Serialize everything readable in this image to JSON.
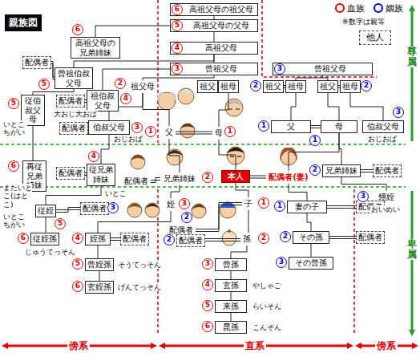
{
  "diagram": {
    "title": "親族図",
    "nodes": [
      {
        "text": [
          "高祖父母の祖父母"
        ]
      },
      {
        "text": [
          "高祖父母の父母"
        ]
      },
      {
        "text": [
          "高祖父母"
        ]
      },
      {
        "text": [
          "曾祖父母"
        ]
      },
      {
        "text": [
          "曾祖父母"
        ]
      },
      {
        "text": [
          "高祖父母の兄弟姉妹"
        ]
      },
      {
        "text": [
          "配偶者"
        ]
      },
      {
        "text": [
          "曾祖伯叔父母"
        ]
      },
      {
        "text": [
          "配偶者"
        ]
      },
      {
        "text": [
          "祖伯叔父母"
        ]
      },
      {
        "text": [
          "従伯叔父母"
        ]
      },
      {
        "text": [
          "伯叔父母"
        ]
      },
      {
        "text": [
          "配偶者"
        ]
      },
      {
        "text": [
          "祖父母"
        ]
      },
      {
        "text": [
          "父"
        ]
      },
      {
        "text": [
          "母"
        ]
      },
      {
        "text": [
          "祖父"
        ]
      },
      {
        "text": [
          "祖母"
        ]
      },
      {
        "text": [
          "祖父"
        ]
      },
      {
        "text": [
          "祖母"
        ]
      },
      {
        "text": [
          "祖父"
        ]
      },
      {
        "text": [
          "祖母"
        ]
      },
      {
        "text": [
          "父"
        ]
      },
      {
        "text": [
          "母"
        ]
      },
      {
        "text": [
          "伯叔父母"
        ]
      },
      {
        "text": [
          "再従兄弟姉妹"
        ]
      },
      {
        "text": [
          "配偶者"
        ]
      },
      {
        "text": [
          "従兄弟姉妹"
        ]
      },
      {
        "text": [
          "配偶者"
        ]
      },
      {
        "text": [
          "兄弟姉妹"
        ]
      },
      {
        "text": [
          "本人"
        ]
      },
      {
        "text": [
          "配偶者(妻)"
        ]
      },
      {
        "text": [
          "兄弟姉妹"
        ]
      },
      {
        "text": [
          "配偶者"
        ]
      },
      {
        "text": [
          "従姪"
        ]
      },
      {
        "text": [
          "配偶者"
        ]
      },
      {
        "text": [
          "姪"
        ]
      },
      {
        "text": [
          "従姪孫"
        ]
      },
      {
        "text": [
          "姪孫"
        ]
      },
      {
        "text": [
          "配偶者"
        ]
      },
      {
        "text": [
          "曾姪孫"
        ]
      },
      {
        "text": [
          "玄姪孫"
        ]
      },
      {
        "text": [
          "子"
        ]
      },
      {
        "text": [
          "配偶者"
        ]
      },
      {
        "text": [
          "孫"
        ]
      },
      {
        "text": [
          "配偶者"
        ]
      },
      {
        "text": [
          "曾孫"
        ]
      },
      {
        "text": [
          "玄孫"
        ]
      },
      {
        "text": [
          "来孫"
        ]
      },
      {
        "text": [
          "昆孫"
        ]
      },
      {
        "text": [
          "妻の子"
        ]
      },
      {
        "text": [
          "配偶者"
        ]
      },
      {
        "text": [
          "その孫"
        ]
      },
      {
        "text": [
          "配偶者"
        ]
      },
      {
        "text": [
          "その曾孫"
        ]
      },
      {
        "text": [
          "甥姪"
        ]
      }
    ],
    "edges": [
      {
        "from": 0,
        "to": 1,
        "arrow": "none"
      },
      {
        "from": 1,
        "to": 2,
        "arrow": "none"
      },
      {
        "from": 2,
        "to": 3,
        "arrow": "none"
      },
      {
        "from": 3,
        "to": 13,
        "arrow": "none"
      },
      {
        "from": 13,
        "to": 14,
        "arrow": "none"
      },
      {
        "from": 14,
        "to": 15,
        "arrow": "none"
      },
      {
        "from": 17,
        "to": 15,
        "arrow": "none"
      },
      {
        "from": 16,
        "to": 17,
        "arrow": "none"
      },
      {
        "from": 15,
        "to": 30,
        "arrow": "none"
      },
      {
        "from": 30,
        "to": 31,
        "arrow": "none"
      },
      {
        "from": 14,
        "to": 29,
        "arrow": "none"
      },
      {
        "from": 28,
        "to": 29,
        "arrow": "none"
      },
      {
        "from": 30,
        "to": 42,
        "arrow": "none"
      },
      {
        "from": 43,
        "to": 42,
        "arrow": "none"
      },
      {
        "from": 42,
        "to": 44,
        "arrow": "none"
      },
      {
        "from": 45,
        "to": 44,
        "arrow": "none"
      },
      {
        "from": 44,
        "to": 46,
        "arrow": "none"
      },
      {
        "from": 46,
        "to": 47,
        "arrow": "none"
      },
      {
        "from": 47,
        "to": 48,
        "arrow": "none"
      },
      {
        "from": 48,
        "to": 49,
        "arrow": "none"
      },
      {
        "from": 1,
        "to": 5,
        "arrow": "none"
      },
      {
        "from": 2,
        "to": 7,
        "arrow": "none"
      },
      {
        "from": 3,
        "to": 9,
        "arrow": "none"
      },
      {
        "from": 13,
        "to": 11,
        "arrow": "none"
      },
      {
        "from": 6,
        "to": 7,
        "arrow": "none"
      },
      {
        "from": 7,
        "to": 10,
        "arrow": "none"
      },
      {
        "from": 8,
        "to": 9,
        "arrow": "none"
      },
      {
        "from": 12,
        "to": 11,
        "arrow": "none"
      },
      {
        "from": 10,
        "to": 25,
        "arrow": "none"
      },
      {
        "from": 11,
        "to": 27,
        "arrow": "none"
      },
      {
        "from": 26,
        "to": 27,
        "arrow": "none"
      },
      {
        "from": 27,
        "to": 34,
        "arrow": "none"
      },
      {
        "from": 34,
        "to": 35,
        "arrow": "none"
      },
      {
        "from": 34,
        "to": 37,
        "arrow": "none"
      },
      {
        "from": 29,
        "to": 36,
        "arrow": "none"
      },
      {
        "from": 36,
        "to": 38,
        "arrow": "none"
      },
      {
        "from": 38,
        "to": 39,
        "arrow": "none"
      },
      {
        "from": 38,
        "to": 40,
        "arrow": "none"
      },
      {
        "from": 40,
        "to": 41,
        "arrow": "none"
      },
      {
        "from": 4,
        "to": 19,
        "arrow": "none"
      },
      {
        "from": 4,
        "to": 20,
        "arrow": "none"
      },
      {
        "from": 18,
        "to": 19,
        "arrow": "none"
      },
      {
        "from": 20,
        "to": 21,
        "arrow": "none"
      },
      {
        "from": 19,
        "to": 22,
        "arrow": "none"
      },
      {
        "from": 20,
        "to": 23,
        "arrow": "none"
      },
      {
        "from": 22,
        "to": 23,
        "arrow": "none"
      },
      {
        "from": 21,
        "to": 24,
        "arrow": "none"
      },
      {
        "from": 23,
        "to": 32,
        "arrow": "none"
      },
      {
        "from": 23,
        "to": 31,
        "arrow": "none"
      },
      {
        "from": 32,
        "to": 33,
        "arrow": "none"
      },
      {
        "from": 32,
        "to": 55,
        "arrow": "none"
      },
      {
        "from": 31,
        "to": 50,
        "arrow": "none"
      },
      {
        "from": 50,
        "to": 51,
        "arrow": "none"
      },
      {
        "from": 50,
        "to": 52,
        "arrow": "none"
      },
      {
        "from": 52,
        "to": 53,
        "arrow": "none"
      },
      {
        "from": 52,
        "to": 54,
        "arrow": "none"
      }
    ],
    "labels": [
      "※数字は親等",
      "尊属",
      "卑属",
      "傍系",
      "直系",
      "傍系",
      "大おじ大おば",
      "おじおば",
      "おじおば",
      "いとこちがい",
      "いとこちがい",
      "いとこ",
      "またいとこ(はとこ)",
      "じゅうてっそん",
      "そうてっそん",
      "げんてっそん",
      "やしゃご",
      "らいそん",
      "こんそん",
      "おいめい",
      "6",
      "5",
      "4",
      "3",
      "3",
      "6",
      "5",
      "4",
      "5",
      "3",
      "2",
      "1",
      "1",
      "2",
      "2",
      "1",
      "1",
      "3",
      "6",
      "4",
      "2",
      "2",
      "5",
      "3",
      "3",
      "6",
      "4",
      "5",
      "6",
      "1",
      "2",
      "2",
      "2",
      "3",
      "4",
      "5",
      "6",
      "1",
      "2",
      "3",
      "3"
    ],
    "legend": [
      {
        "text": "血族",
        "color": "#e60000"
      },
      {
        "text": "姻族",
        "color": "#0000e6"
      },
      {
        "text": "他人"
      }
    ]
  }
}
